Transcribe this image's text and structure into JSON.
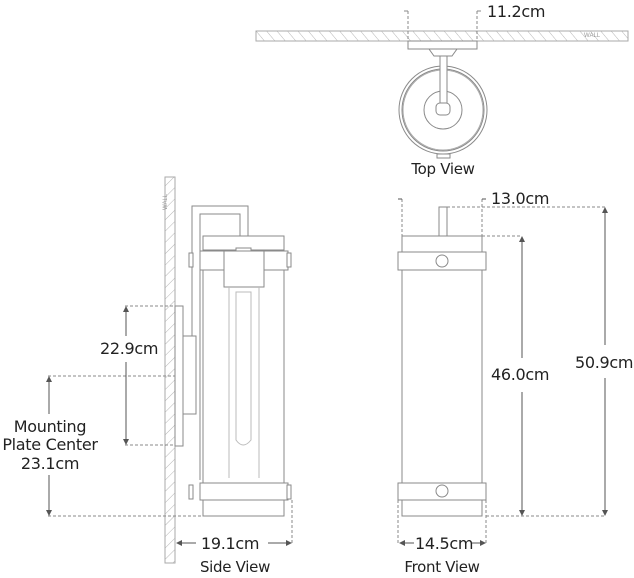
{
  "colors": {
    "line": "#8a8a8a",
    "dark_line": "#555555",
    "text": "#222222",
    "wall_hatch": "#aaaaaa"
  },
  "top_view": {
    "label": "Top View",
    "wall_label": "WALL",
    "dimension_width": "11.2cm"
  },
  "side_view": {
    "label": "Side View",
    "wall_label": "WALL",
    "dimension_plate_height": "22.9cm",
    "mounting_label_line1": "Mounting",
    "mounting_label_line2": "Plate Center",
    "dimension_mounting_center": "23.1cm",
    "dimension_depth": "19.1cm"
  },
  "front_view": {
    "label": "Front View",
    "dimension_top_width": "13.0cm",
    "dimension_body_height": "46.0cm",
    "dimension_overall_height": "50.9cm",
    "dimension_width": "14.5cm"
  }
}
